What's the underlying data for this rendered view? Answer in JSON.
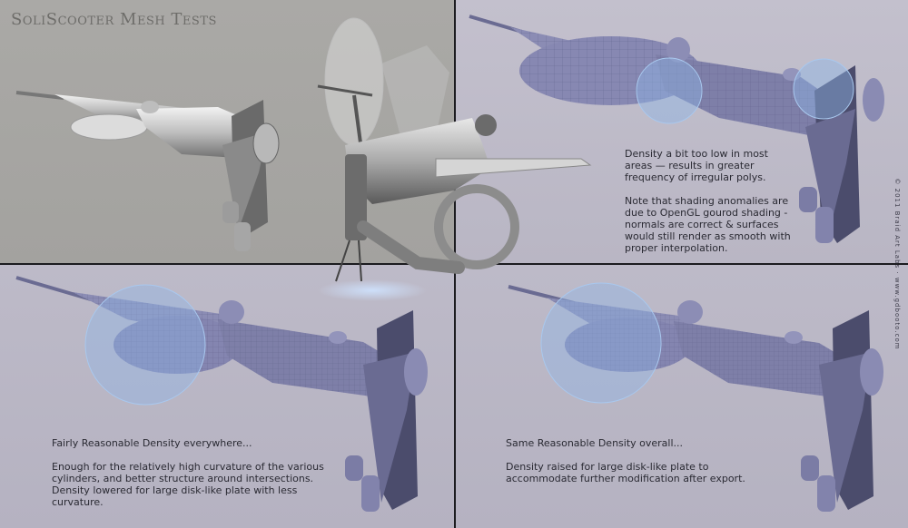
{
  "title": "SoliScooter Mesh Tests",
  "credit": "© 2011 Braid Art Labs · www.gdbooto.com",
  "panels": {
    "top_right": {
      "note1": "Density a bit too low in most\nareas — results in greater\nfrequency of irregular polys.",
      "note2": "Note that shading anomalies are\ndue to OpenGL gourod shading -\nnormals are correct & surfaces\nwould still render as smooth with\nproper interpolation."
    },
    "bottom_left": {
      "heading": "Fairly Reasonable Density everywhere...",
      "body": "Enough for the relatively high curvature of the various\ncylinders, and better structure around intersections.\nDensity lowered for large disk-like plate with less\ncurvature."
    },
    "bottom_right": {
      "heading": "Same Reasonable Density overall...",
      "body": "Density raised for large disk-like plate to\naccommodate further modification after export."
    }
  },
  "colors": {
    "grey_panel": "#a8a7a4",
    "mesh_panel": "#bcb9c7",
    "mesh_model": "#7e7fa8",
    "highlight_circle": "#8fb6e6",
    "grey_model": "#c9c9c9"
  }
}
